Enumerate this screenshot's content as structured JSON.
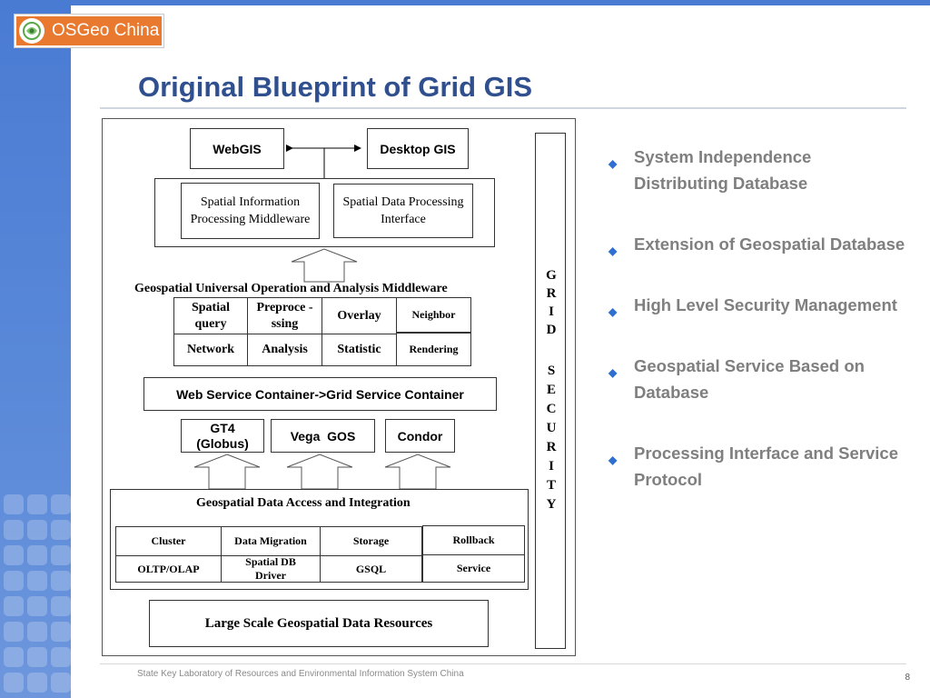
{
  "logo": {
    "text": "OSGeo China"
  },
  "slide": {
    "title": "Original Blueprint of Grid GIS",
    "footer": "State Key Laboratory of Resources and Environmental Information System China",
    "page_number": "8"
  },
  "diagram": {
    "webgis": "WebGIS",
    "desktop_gis": "Desktop GIS",
    "spatial_info_middleware": "Spatial Information Processing Middleware",
    "spatial_data_interface": "Spatial Data Processing Interface",
    "middleware_title": "Geospatial Universal Operation and Analysis Middleware",
    "ops_row1": [
      "Spatial query",
      "Preproce -ssing",
      "Overlay",
      "Neighbor"
    ],
    "ops_row2": [
      "Network",
      "Analysis",
      "Statistic",
      "Rendering"
    ],
    "container": "Web Service Container->Grid Service Container",
    "gt4": "GT4 (Globus)",
    "vega": "Vega  GOS",
    "condor": "Condor",
    "access_title": "Geospatial Data Access and Integration",
    "access_row1": [
      "Cluster",
      "Data Migration",
      "Storage",
      "Rollback"
    ],
    "access_row2": [
      "OLTP/OLAP",
      "Spatial DB Driver",
      "GSQL",
      "Service"
    ],
    "resources": "Large Scale Geospatial Data Resources",
    "grid_security": [
      "G",
      "R",
      "I",
      "D",
      "",
      "S",
      "E",
      "C",
      "U",
      "R",
      "I",
      "T",
      "Y"
    ]
  },
  "bullets": [
    "System Independence Distributing Database",
    "Extension of Geospatial Database",
    "High Level Security Management",
    "Geospatial Service Based on Database",
    "Processing Interface and Service Protocol"
  ],
  "colors": {
    "title": "#2f4f8f",
    "sidebar": "#4a7bd3",
    "logo_bg": "#e8792e",
    "bullet_text": "#7f7f7f",
    "bullet_marker": "#2f6fcf"
  }
}
